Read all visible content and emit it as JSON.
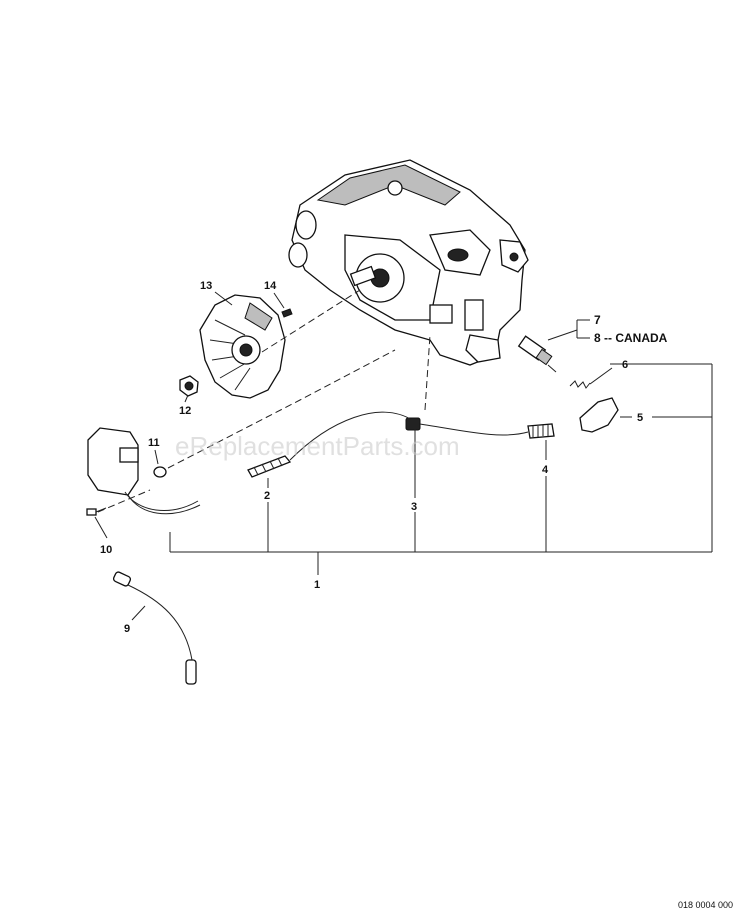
{
  "watermark": "eReplacementParts.com",
  "reference_code": "018 0004 000",
  "callouts": {
    "c1": "1",
    "c2": "2",
    "c3": "3",
    "c4": "4",
    "c5": "5",
    "c6": "6",
    "c7": "7",
    "c8": "8 -- CANADA",
    "c9": "9",
    "c10": "10",
    "c11": "11",
    "c12": "12",
    "c13": "13",
    "c14": "14"
  }
}
